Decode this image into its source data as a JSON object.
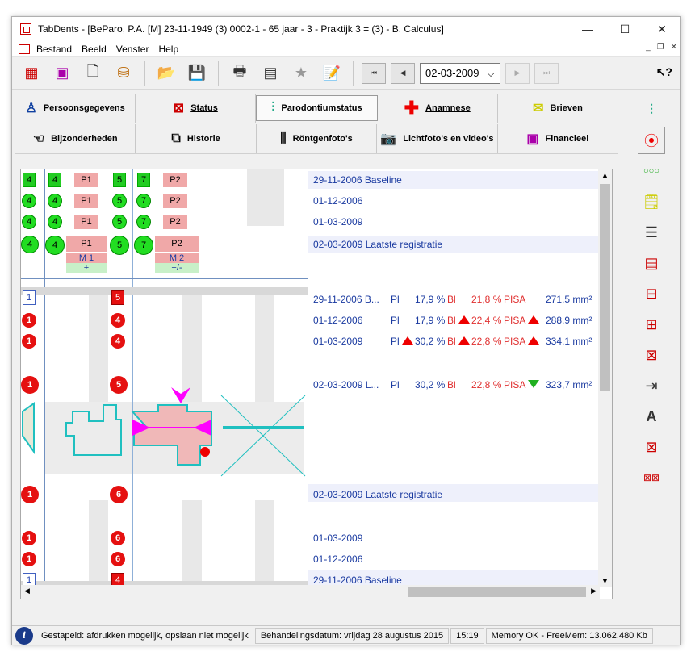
{
  "window": {
    "title": "TabDents - [BeParo, P.A. [M] 23-11-1949 (3) 0002-1 - 65 jaar - 3 - Praktijk 3 = (3) - B. Calculus]",
    "controls": [
      "—",
      "☐",
      "✕"
    ]
  },
  "menu": [
    "Bestand",
    "Beeld",
    "Venster",
    "Help"
  ],
  "toolbar": {
    "date": "02-03-2009"
  },
  "tabs_row1": [
    {
      "label": "Persoonsgegevens",
      "icon": "person-icon"
    },
    {
      "label": "Status",
      "icon": "status-icon"
    },
    {
      "label": "Parodontiumstatus",
      "icon": "perio-icon",
      "active": true
    },
    {
      "label": "Anamnese",
      "icon": "red-cross-icon"
    },
    {
      "label": "Brieven",
      "icon": "letter-icon"
    }
  ],
  "tabs_row2": [
    {
      "label": "Bijzonderheden",
      "icon": "hand-icon"
    },
    {
      "label": "Historie",
      "icon": "history-icon"
    },
    {
      "label": "Röntgenfoto's",
      "icon": "xray-icon"
    },
    {
      "label": "Lichtfoto's en video's",
      "icon": "camera-icon"
    },
    {
      "label": "Financieel",
      "icon": "money-icon"
    }
  ],
  "upper_rows": [
    {
      "date": "29-11-2006 Baseline"
    },
    {
      "date": "01-12-2006"
    },
    {
      "date": "01-03-2009"
    },
    {
      "date": "02-03-2009 Laatste registratie"
    }
  ],
  "upper_cells": {
    "n4": "4",
    "n5": "5",
    "n7": "7",
    "p1": "P1",
    "p2": "P2",
    "m1": "M 1",
    "m2": "M 2",
    "plus": "+",
    "plusminus": "+/-"
  },
  "stats_rows": [
    {
      "date": "29-11-2006 B...",
      "pl": "Pl",
      "pl_val": "17,9 %",
      "bl": "Bl",
      "bl_val": "21,8 %",
      "pisa": "PISA",
      "area": "271,5 mm²",
      "pl_up": false,
      "bl_up": false,
      "pisa_trend": "none"
    },
    {
      "date": "01-12-2006",
      "pl": "Pl",
      "pl_val": "17,9 %",
      "bl": "Bl",
      "bl_val": "22,4 %",
      "pisa": "PISA",
      "area": "288,9 mm²",
      "pl_up": false,
      "bl_up": true,
      "pisa_trend": "up"
    },
    {
      "date": "01-03-2009",
      "pl": "Pl",
      "pl_val": "30,2 %",
      "bl": "Bl",
      "bl_val": "22,8 %",
      "pisa": "PISA",
      "area": "334,1 mm²",
      "pl_up": true,
      "bl_up": true,
      "pisa_trend": "up"
    },
    {
      "date": "02-03-2009 L...",
      "pl": "Pl",
      "pl_val": "30,2 %",
      "bl": "Bl",
      "bl_val": "22,8 %",
      "pisa": "PISA",
      "area": "323,7 mm²",
      "pl_up": false,
      "bl_up": false,
      "pisa_trend": "down"
    }
  ],
  "stat_cells": {
    "n1": "1",
    "n4": "4",
    "n5": "5",
    "n6": "6"
  },
  "lower_rows": [
    {
      "date": "02-03-2009 Laatste registratie"
    },
    {
      "date": "01-03-2009"
    },
    {
      "date": "01-12-2006"
    },
    {
      "date": "29-11-2006 Baseline"
    }
  ],
  "status": {
    "message": "Gestapeld: afdrukken mogelijk, opslaan niet mogelijk",
    "treatment_date": "Behandelingsdatum: vrijdag 28 augustus 2015",
    "time": "15:19",
    "memory": "Memory OK - FreeMem: 13.062.480 Kb"
  }
}
